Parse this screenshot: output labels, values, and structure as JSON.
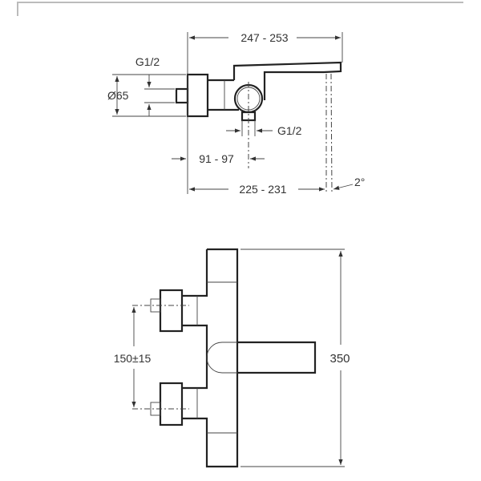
{
  "side_view": {
    "dim_total_length": "247 - 253",
    "dim_inlet_thread": "G1/2",
    "dim_diameter": "Ø65",
    "dim_outlet_thread": "G1/2",
    "dim_outlet_offset": "91 - 97",
    "dim_spout_reach": "225 - 231",
    "dim_angle": "2°"
  },
  "front_view": {
    "dim_inlet_spacing": "150±15",
    "dim_height": "350"
  }
}
